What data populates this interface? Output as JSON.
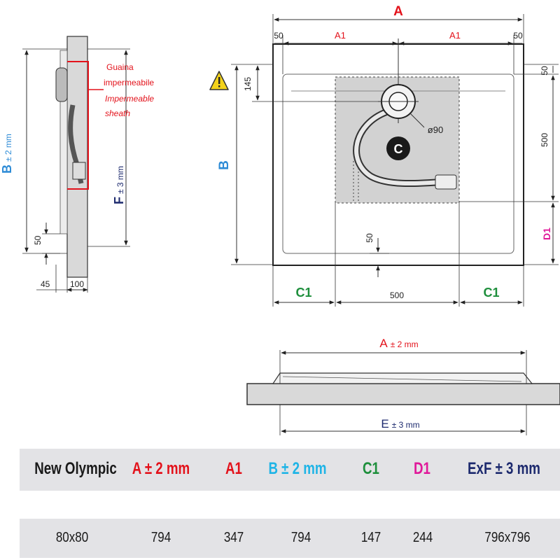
{
  "colors": {
    "red": "#e3121b",
    "blue": "#2d8bd6",
    "cyan": "#1fb4e6",
    "green": "#1e8f3c",
    "magenta": "#e0199a",
    "navy": "#1d2a6e",
    "warning": "#f3d21a"
  },
  "side_view": {
    "label_B": "B",
    "label_B_tol": "± 2 mm",
    "label_F": "F",
    "label_F_tol": "± 3 mm",
    "sheath_it_1": "Guaina",
    "sheath_it_2": "impermeabile",
    "sheath_en_1": "Impermeable",
    "sheath_en_2": "sheath",
    "dim_50": "50",
    "dim_45": "45",
    "dim_100": "100"
  },
  "top_view": {
    "label_A": "A",
    "label_A1_left": "A1",
    "label_A1_right": "A1",
    "dim_50_left": "50",
    "dim_50_right": "50",
    "dim_145": "145",
    "dim_50_top_right": "50",
    "dim_500_right": "500",
    "label_D1": "D1",
    "label_B": "B",
    "dim_diameter": "ø90",
    "drain_label": "C",
    "dim_50_bottom": "50",
    "label_C1_left": "C1",
    "dim_500_bottom": "500",
    "label_C1_right": "C1",
    "warning_icon": "warning-triangle-icon"
  },
  "front_view": {
    "label_A": "A",
    "label_A_tol": "± 2 mm",
    "label_E": "E",
    "label_E_tol": "± 3 mm"
  },
  "table": {
    "headers": [
      "New Olympic",
      "A ± 2 mm",
      "A1",
      "B ± 2 mm",
      "C1",
      "D1",
      "ExF ± 3 mm"
    ],
    "rows": [
      [
        "80x80",
        "794",
        "347",
        "794",
        "147",
        "244",
        "796x796"
      ]
    ]
  }
}
